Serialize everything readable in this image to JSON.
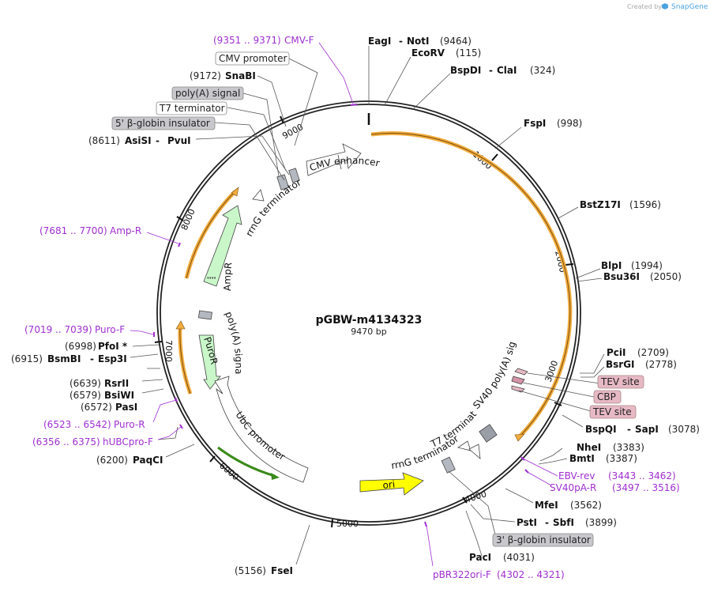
{
  "brand": {
    "prefix": "Created by",
    "name": "SnapGene"
  },
  "plasmid": {
    "name": "pGBW-m4134323",
    "size": "9470 bp"
  },
  "ticks": [
    "1000",
    "2000",
    "3000",
    "4000",
    "5000",
    "6000",
    "7000",
    "8000",
    "9000"
  ],
  "features": {
    "cmv_enhancer": "CMV enhancer",
    "rrng_top": "rrnG terminator",
    "ampr": "AmpR",
    "polya": "poly(A) signal",
    "puror": "PuroR",
    "ubc": "UbC promoter",
    "ori": "ori",
    "t7": "T7 terminator",
    "rrng_bottom": "rrnG terminator",
    "sv40": "SV40 poly(A) signal"
  },
  "labels": {
    "cmv_f_pos": "(9351 .. 9371)",
    "cmv_f_name": "CMV-F",
    "cmv_promoter": "CMV promoter",
    "snabi_pos": "(9172)",
    "snabi_name": "SnaBI",
    "polya_box": "poly(A) signal",
    "t7_box": "T7 terminator",
    "beta5_box": "5' β-globin insulator",
    "asisi_pos": "(8611)",
    "asisi_name": "AsiSI",
    "pvui_name": "PvuI",
    "ampr_f_pos": "(7681 .. 7700)",
    "ampr_f_name": "Amp-R",
    "purof_pos": "(7019 .. 7039)",
    "purof_name": "Puro-F",
    "pfoi_pos": "(6998)",
    "pfoi_name": "PfoI *",
    "bsmbi_pos": "(6915)",
    "bsmbi_name": "BsmBI",
    "esp3i_name": "Esp3I",
    "rsrii_pos": "(6639)",
    "rsrii_name": "RsrII",
    "bsiwi_pos": "(6579)",
    "bsiwi_name": "BsiWI",
    "pasi_pos": "(6572)",
    "pasi_name": "PasI",
    "puror_p_pos": "(6523 .. 6542)",
    "puror_p_name": "Puro-R",
    "hubc_pos": "(6356 .. 6375)",
    "hubc_name": "hUBCpro-F",
    "paqci_pos": "(6200)",
    "paqci_name": "PaqCI",
    "fsei_pos": "(5156)",
    "fsei_name": "FseI",
    "eagi_name": "EagI",
    "noti_name": "NotI",
    "noti_pos": "(9464)",
    "ecorv_name": "EcoRV",
    "ecorv_pos": "(115)",
    "bspdi_name": "BspDI",
    "clai_name": "ClaI",
    "clai_pos": "(324)",
    "fspi_name": "FspI",
    "fspi_pos": "(998)",
    "bstz_name": "BstZ17I",
    "bstz_pos": "(1596)",
    "blpi_name": "BlpI",
    "blpi_pos": "(1994)",
    "bsu_name": "Bsu36I",
    "bsu_pos": "(2050)",
    "pcii_name": "PciI",
    "pcii_pos": "(2709)",
    "bsrgi_name": "BsrGI",
    "bsrgi_pos": "(2778)",
    "tev1": "TEV site",
    "cbp": "CBP",
    "tev2": "TEV site",
    "bspqi_name": "BspQI",
    "sapi_name": "SapI",
    "sapi_pos": "(3078)",
    "nhei_name": "NheI",
    "nhei_pos": "(3383)",
    "bmti_name": "BmtI",
    "bmti_pos": "(3387)",
    "ebv_name": "EBV-rev",
    "ebv_pos": "(3443 .. 3462)",
    "sv40pa_name": "SV40pA-R",
    "sv40pa_pos": "(3497 .. 3516)",
    "mfei_name": "MfeI",
    "mfei_pos": "(3562)",
    "psti_name": "PstI",
    "sbfi_name": "SbfI",
    "sbfi_pos": "(3899)",
    "beta3_box": "3' β-globin insulator",
    "paci_name": "PacI",
    "paci_pos": "(4031)",
    "pbr_name": "pBR322ori-F",
    "pbr_pos": "(4302 .. 4321)"
  },
  "colors": {
    "backbone": "#222222",
    "orange": "#f2ad3f",
    "primer": "#a02fd0",
    "green_feature": "#c9f7c9",
    "ori_yellow": "#ffff00",
    "gray_box": "#c8c8cc",
    "pink_box": "#e7b9c4"
  }
}
